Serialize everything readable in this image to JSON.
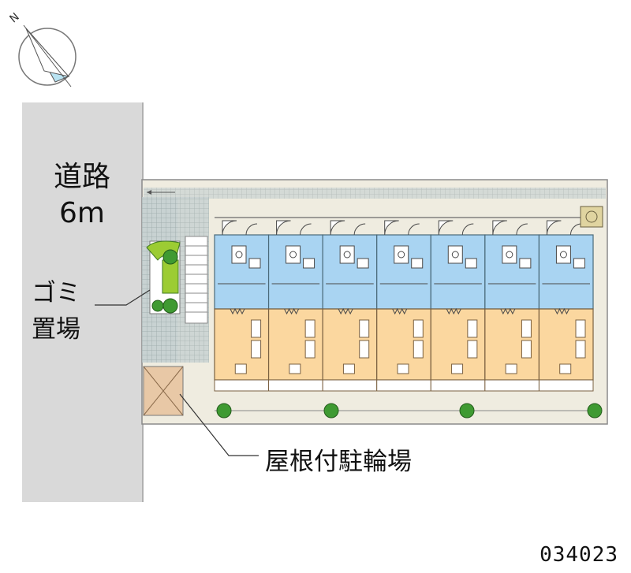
{
  "map": {
    "compass_letter": "N",
    "road": {
      "line1": "道路",
      "line2": "6m"
    },
    "labels": {
      "garbage_line1": "ゴミ",
      "garbage_line2": "置場",
      "bike_parking": "屋根付駐輪場"
    },
    "property_id": "034023",
    "unit_count": 7,
    "colors": {
      "road": "#d9d9d9",
      "site": "#efece0",
      "wet_area": "#a9d4f2",
      "living_room": "#fbd79f",
      "tile": "#c8d2d2",
      "shrub": "#3f9a32",
      "planter": "#9ccc33",
      "compass": "#b8e3f2"
    }
  }
}
